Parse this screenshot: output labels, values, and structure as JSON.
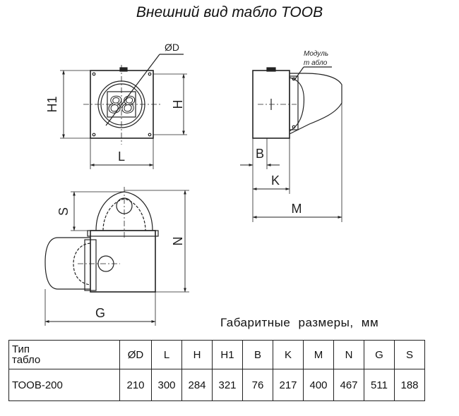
{
  "title": "Внешний вид табло ТООВ",
  "drawing": {
    "front_view": {
      "diameter_label": "ØD",
      "display_digits": "88",
      "dim_h1": "H1",
      "dim_h": "H",
      "dim_l": "L"
    },
    "side_view": {
      "module_label_line1": "Модуль",
      "module_label_line2": "т абло",
      "dim_b": "B",
      "dim_k": "K",
      "dim_m": "M"
    },
    "top_view": {
      "dim_s": "S",
      "dim_n": "N",
      "dim_g": "G"
    }
  },
  "dimensions_caption": "Габаритные размеры, мм",
  "table": {
    "headers": [
      "Тип\nтабло",
      "ØD",
      "L",
      "H",
      "H1",
      "B",
      "K",
      "M",
      "N",
      "G",
      "S"
    ],
    "rows": [
      [
        "ТООВ-200",
        "210",
        "300",
        "284",
        "321",
        "76",
        "217",
        "400",
        "467",
        "511",
        "188"
      ]
    ]
  }
}
